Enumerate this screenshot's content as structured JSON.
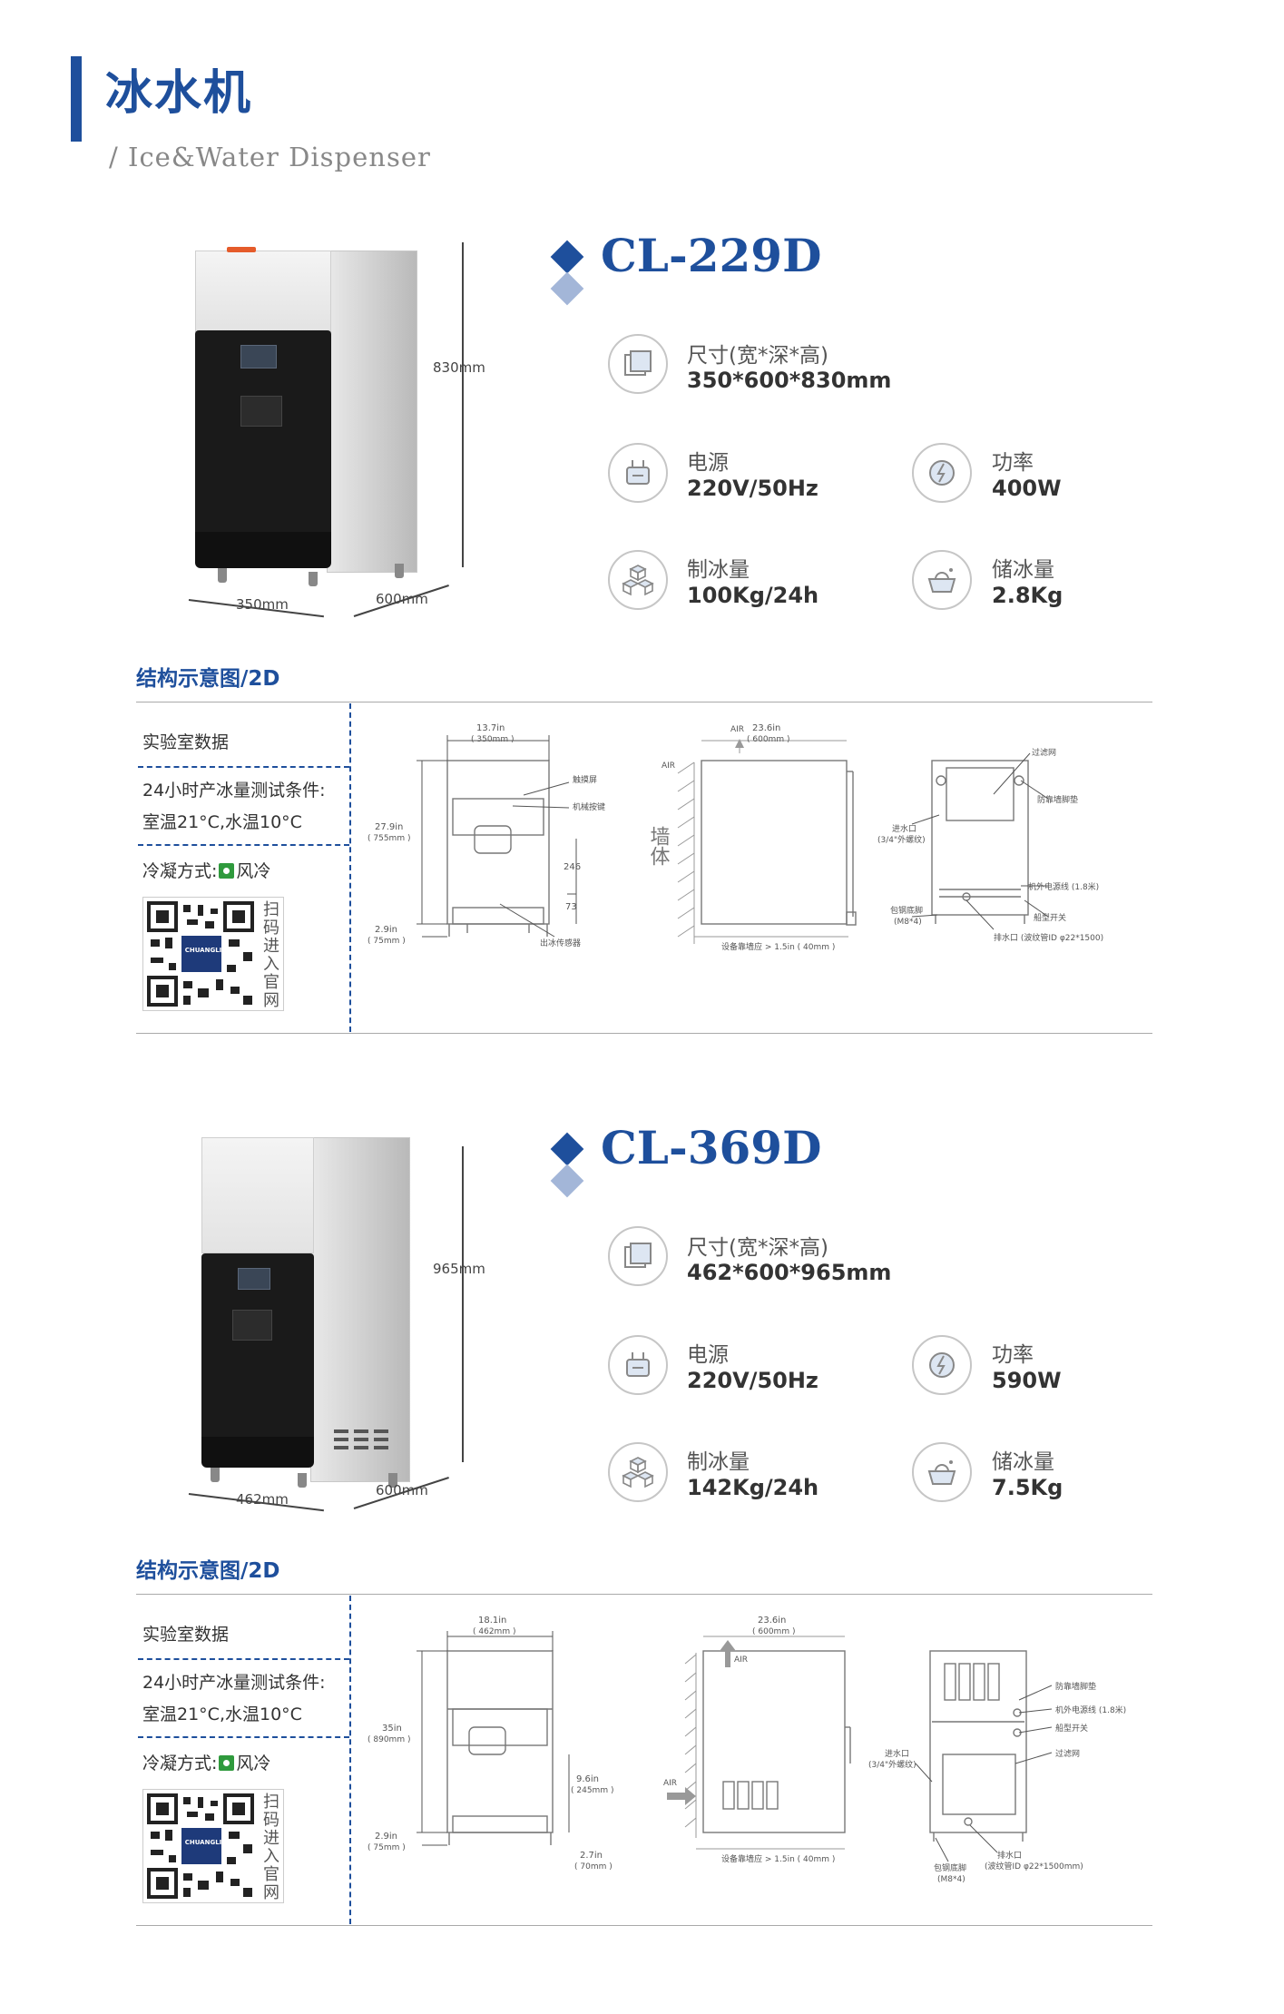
{
  "header": {
    "title": "冰水机",
    "subtitle": "/ Ice&Water Dispenser"
  },
  "colors": {
    "accent": "#1e4f9c",
    "accent_light": "#a3b6d8",
    "fan_green": "#2f9a3d"
  },
  "products": [
    {
      "model": "CL-229D",
      "dims": {
        "height": "830mm",
        "width": "350mm",
        "depth": "600mm"
      },
      "specs": {
        "size_label": "尺寸(宽*深*高)",
        "size_value": "350*600*830mm",
        "power_label": "电源",
        "power_value": "220V/50Hz",
        "wattage_label": "功率",
        "wattage_value": "400W",
        "ice_label": "制冰量",
        "ice_value": "100Kg/24h",
        "storage_label": "储冰量",
        "storage_value": "2.8Kg"
      },
      "section_title": "结构示意图/2D",
      "lab": {
        "title": "实验室数据",
        "cond1": "24小时产冰量测试条件:",
        "cond2": "室温21°C,水温10°C",
        "cooling_prefix": "冷凝方式:",
        "cooling_value": "风冷",
        "qr_label": [
          "扫",
          "码",
          "进",
          "入",
          "官",
          "网"
        ],
        "qr_brand": "CHUANGLI"
      },
      "drawing": {
        "front": {
          "width_in": "13.7in",
          "width_mm": "( 350mm )",
          "height_in": "27.9in",
          "height_mm": "( 755mm )",
          "foot_in": "2.9in",
          "foot_mm": "( 75mm )",
          "dim1": "246",
          "dim2": "73",
          "label1": "触摸屏",
          "label2": "机械按键",
          "label3": "出冰传感器"
        },
        "side": {
          "air_top": "AIR",
          "air_left": "AIR",
          "depth_in": "23.6in",
          "depth_mm": "( 600mm )",
          "wall": "墙体",
          "clearance": "设备靠墙应 > 1.5in ( 40mm )"
        },
        "back": {
          "label_filter": "过滤网",
          "label_pad": "防靠墙脚垫",
          "label_inlet": "进水口",
          "label_inlet_spec": "(3/4\"外螺纹)",
          "label_cord": "机外电源线 (1.8米)",
          "label_feet": "包钢底脚",
          "label_feet_spec": "(M8*4)",
          "label_switch": "船型开关",
          "label_drain": "排水口 (波纹管ID φ22*1500)"
        }
      }
    },
    {
      "model": "CL-369D",
      "dims": {
        "height": "965mm",
        "width": "462mm",
        "depth": "600mm"
      },
      "specs": {
        "size_label": "尺寸(宽*深*高)",
        "size_value": "462*600*965mm",
        "power_label": "电源",
        "power_value": "220V/50Hz",
        "wattage_label": "功率",
        "wattage_value": "590W",
        "ice_label": "制冰量",
        "ice_value": "142Kg/24h",
        "storage_label": "储冰量",
        "storage_value": "7.5Kg"
      },
      "section_title": "结构示意图/2D",
      "lab": {
        "title": "实验室数据",
        "cond1": "24小时产冰量测试条件:",
        "cond2": "室温21°C,水温10°C",
        "cooling_prefix": "冷凝方式:",
        "cooling_value": "风冷",
        "qr_label": [
          "扫",
          "码",
          "进",
          "入",
          "官",
          "网"
        ],
        "qr_brand": "CHUANGLI"
      },
      "drawing": {
        "front": {
          "width_in": "18.1in",
          "width_mm": "( 462mm )",
          "height_in": "35in",
          "height_mm": "( 890mm )",
          "foot_in": "2.9in",
          "foot_mm": "( 75mm )",
          "dim1_in": "9.6in",
          "dim1_mm": "( 245mm )",
          "dim2_in": "2.7in",
          "dim2_mm": "( 70mm )"
        },
        "side": {
          "air_top": "AIR",
          "air_left": "AIR",
          "depth_in": "23.6in",
          "depth_mm": "( 600mm )",
          "clearance": "设备靠墙应 > 1.5in ( 40mm )"
        },
        "back": {
          "label_pad": "防靠墙脚垫",
          "label_cord": "机外电源线 (1.8米)",
          "label_switch": "船型开关",
          "label_filter": "过滤网",
          "label_inlet": "进水口",
          "label_inlet_spec": "(3/4\"外螺纹)",
          "label_feet": "包钢底脚",
          "label_feet_spec": "(M8*4)",
          "label_drain": "排水口",
          "label_drain_spec": "(波纹管ID φ22*1500mm)"
        }
      }
    }
  ]
}
